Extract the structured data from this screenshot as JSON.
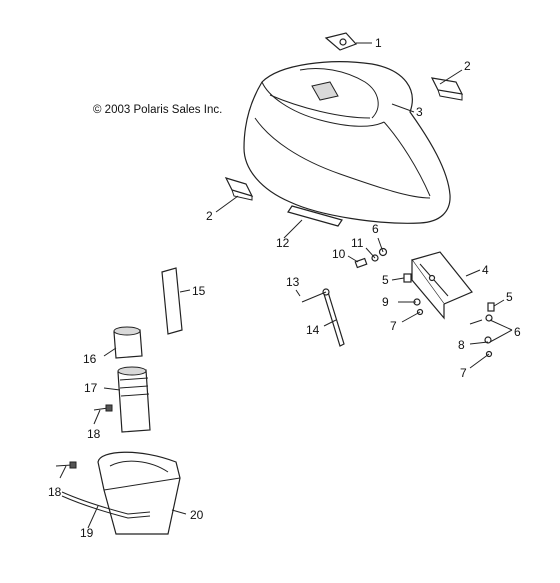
{
  "copyright": "© 2003 Polaris Sales Inc.",
  "callouts": {
    "c1": "1",
    "c2a": "2",
    "c2b": "2",
    "c3": "3",
    "c4": "4",
    "c5a": "5",
    "c5b": "5",
    "c6a": "6",
    "c6b": "6",
    "c7a": "7",
    "c7b": "7",
    "c8": "8",
    "c9": "9",
    "c10": "10",
    "c11": "11",
    "c12": "12",
    "c13": "13",
    "c14": "14",
    "c15": "15",
    "c16": "16",
    "c17": "17",
    "c18a": "18",
    "c18b": "18",
    "c19": "19",
    "c20": "20"
  }
}
